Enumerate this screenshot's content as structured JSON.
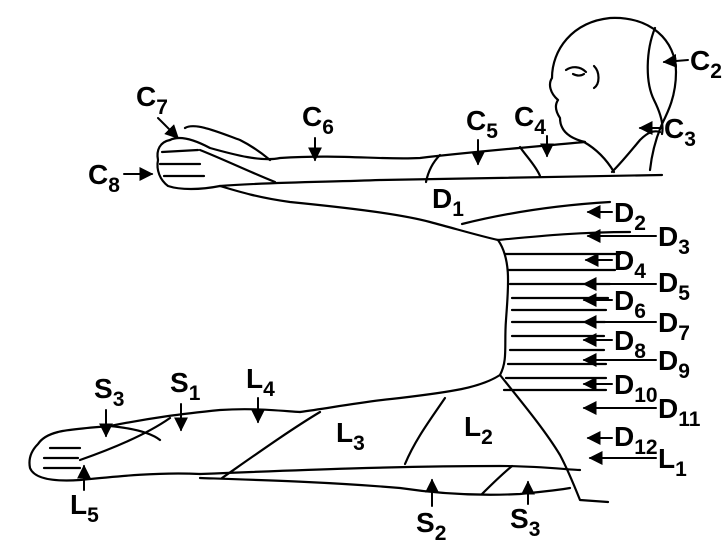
{
  "colors": {
    "ink": "#000000",
    "paper": "#ffffff"
  },
  "dermatomes": {
    "cervical": [
      {
        "key": "c2",
        "letter": "C",
        "sub": "2"
      },
      {
        "key": "c3",
        "letter": "C",
        "sub": "3"
      },
      {
        "key": "c4",
        "letter": "C",
        "sub": "4"
      },
      {
        "key": "c5",
        "letter": "C",
        "sub": "5"
      },
      {
        "key": "c6",
        "letter": "C",
        "sub": "6"
      },
      {
        "key": "c7",
        "letter": "C",
        "sub": "7"
      },
      {
        "key": "c8",
        "letter": "C",
        "sub": "8"
      }
    ],
    "thoracic": [
      {
        "key": "d1",
        "letter": "D",
        "sub": "1"
      },
      {
        "key": "d2",
        "letter": "D",
        "sub": "2"
      },
      {
        "key": "d3",
        "letter": "D",
        "sub": "3"
      },
      {
        "key": "d4",
        "letter": "D",
        "sub": "4"
      },
      {
        "key": "d5",
        "letter": "D",
        "sub": "5"
      },
      {
        "key": "d6",
        "letter": "D",
        "sub": "6"
      },
      {
        "key": "d7",
        "letter": "D",
        "sub": "7"
      },
      {
        "key": "d8",
        "letter": "D",
        "sub": "8"
      },
      {
        "key": "d9",
        "letter": "D",
        "sub": "9"
      },
      {
        "key": "d10",
        "letter": "D",
        "sub": "10"
      },
      {
        "key": "d11",
        "letter": "D",
        "sub": "11"
      },
      {
        "key": "d12",
        "letter": "D",
        "sub": "12"
      }
    ],
    "lumbar": [
      {
        "key": "l1",
        "letter": "L",
        "sub": "1"
      },
      {
        "key": "l2",
        "letter": "L",
        "sub": "2"
      },
      {
        "key": "l3",
        "letter": "L",
        "sub": "3"
      },
      {
        "key": "l4",
        "letter": "L",
        "sub": "4"
      },
      {
        "key": "l5",
        "letter": "L",
        "sub": "5"
      }
    ],
    "sacral": [
      {
        "key": "s1",
        "letter": "S",
        "sub": "1"
      },
      {
        "key": "s2",
        "letter": "S",
        "sub": "2"
      },
      {
        "key": "s3_leg",
        "letter": "S",
        "sub": "3"
      },
      {
        "key": "s3_foot",
        "letter": "S",
        "sub": "3"
      }
    ]
  }
}
